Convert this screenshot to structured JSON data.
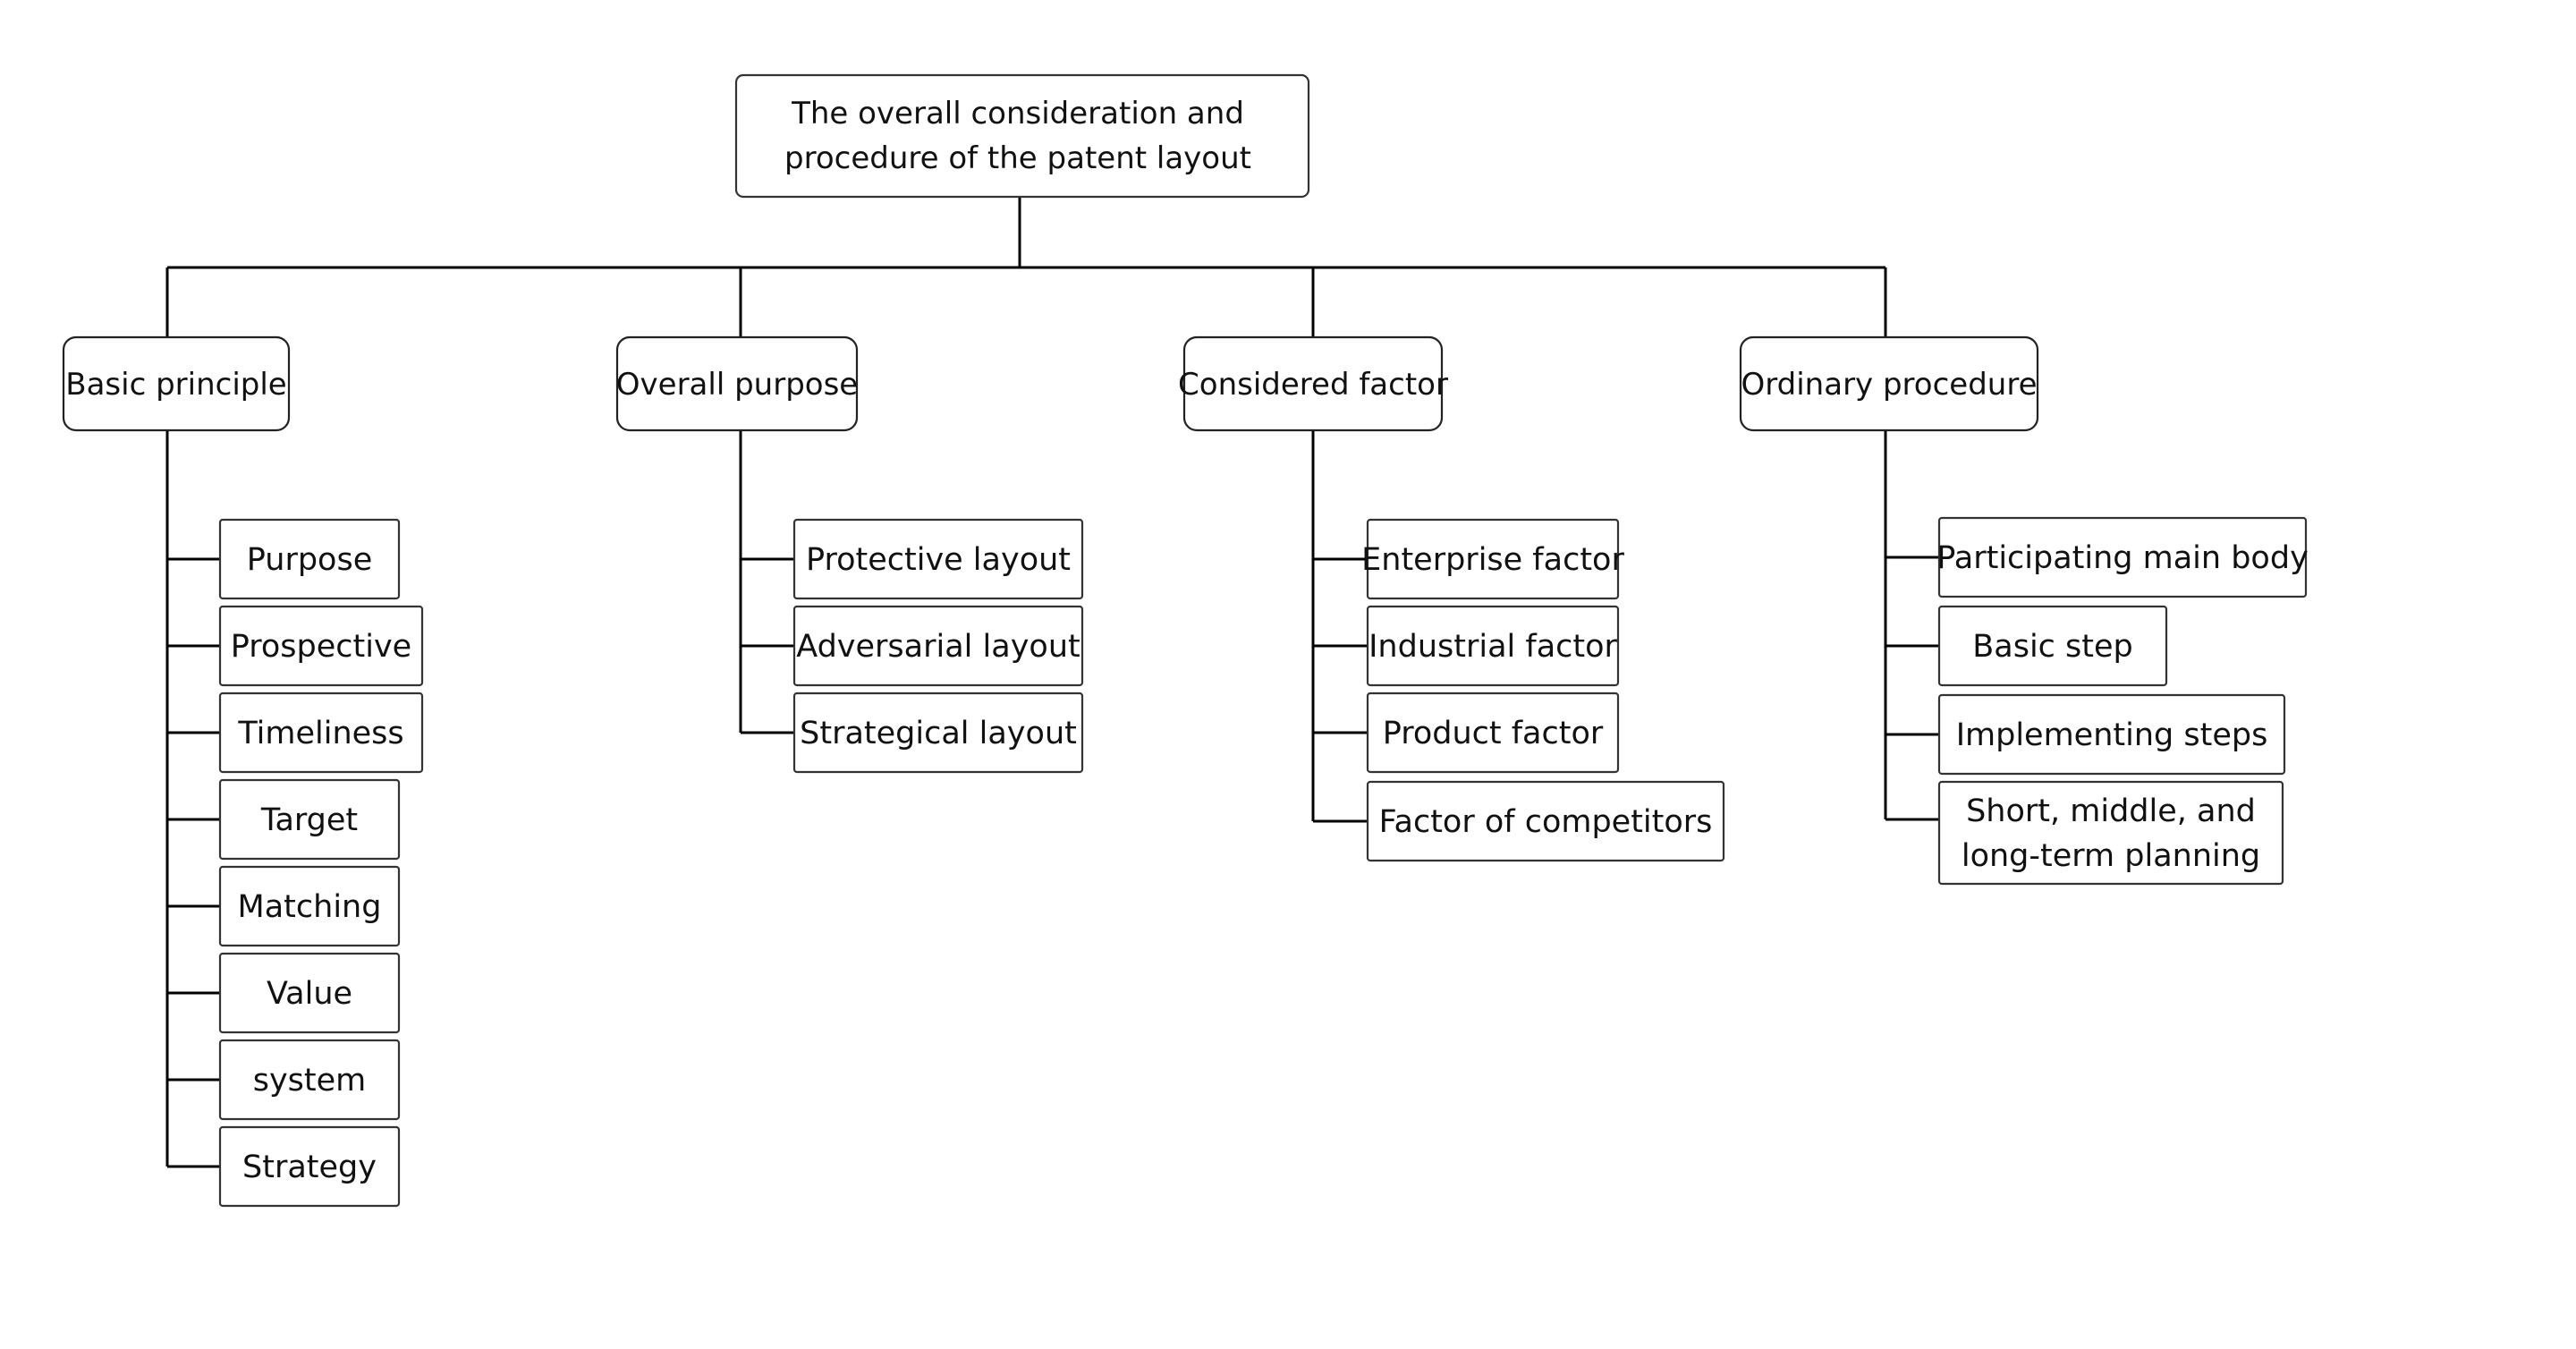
{
  "root": {
    "lines": [
      "The overall consideration and",
      "procedure of the patent layout"
    ]
  },
  "branches": [
    {
      "id": "basic-principle",
      "label": "Basic principle",
      "items": [
        {
          "id": "purpose",
          "lines": [
            "Purpose"
          ]
        },
        {
          "id": "prospective",
          "lines": [
            "Prospective"
          ]
        },
        {
          "id": "timeliness",
          "lines": [
            "Timeliness"
          ]
        },
        {
          "id": "target",
          "lines": [
            "Target"
          ]
        },
        {
          "id": "matching",
          "lines": [
            "Matching"
          ]
        },
        {
          "id": "value",
          "lines": [
            "Value"
          ]
        },
        {
          "id": "system",
          "lines": [
            "system"
          ]
        },
        {
          "id": "strategy",
          "lines": [
            "Strategy"
          ]
        }
      ]
    },
    {
      "id": "overall-purpose",
      "label": "Overall purpose",
      "items": [
        {
          "id": "protective-layout",
          "lines": [
            "Protective layout"
          ]
        },
        {
          "id": "adversarial-layout",
          "lines": [
            "Adversarial layout"
          ]
        },
        {
          "id": "strategical-layout",
          "lines": [
            "Strategical layout"
          ]
        }
      ]
    },
    {
      "id": "considered-factor",
      "label": "Considered factor",
      "items": [
        {
          "id": "enterprise-factor",
          "lines": [
            "Enterprise factor"
          ]
        },
        {
          "id": "industrial-factor",
          "lines": [
            "Industrial factor"
          ]
        },
        {
          "id": "product-factor",
          "lines": [
            "Product factor"
          ]
        },
        {
          "id": "factor-of-competitors",
          "lines": [
            "Factor of competitors"
          ]
        }
      ]
    },
    {
      "id": "ordinary-procedure",
      "label": "Ordinary procedure",
      "items": [
        {
          "id": "participating-main-body",
          "lines": [
            "Participating main body"
          ]
        },
        {
          "id": "basic-step",
          "lines": [
            "Basic step"
          ]
        },
        {
          "id": "implementing-steps",
          "lines": [
            "Implementing steps"
          ]
        },
        {
          "id": "short-middle-long-term-planning",
          "lines": [
            "Short, middle, and",
            "long-term planning"
          ]
        }
      ]
    }
  ]
}
